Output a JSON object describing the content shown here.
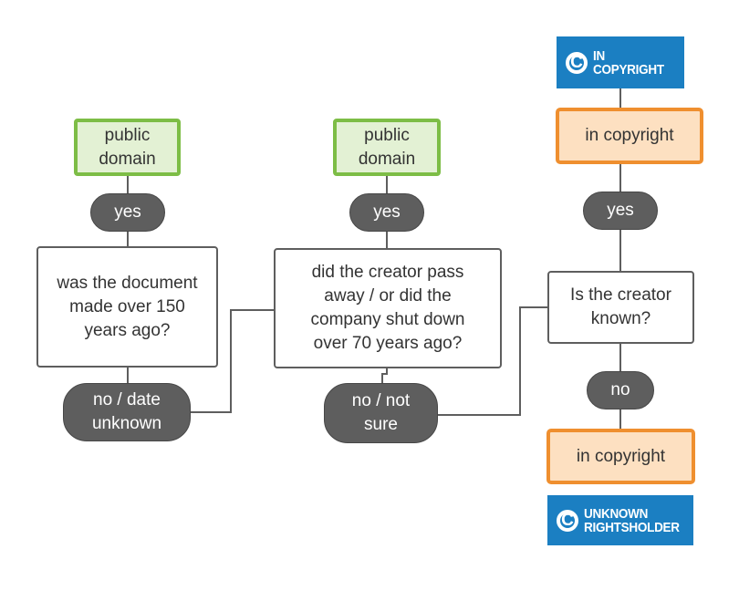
{
  "questions": {
    "age": "was the document made over 150 years ago?",
    "death": "did the creator pass away / or did the company shut down over 70 years ago?",
    "known": "Is the creator known?"
  },
  "outcomes": {
    "public_domain_1": "public domain",
    "public_domain_2": "public domain",
    "in_copyright_1": "in copyright",
    "in_copyright_2": "in copyright"
  },
  "answers": {
    "yes_1": "yes",
    "yes_2": "yes",
    "yes_3": "yes",
    "no_date": "no / date unknown",
    "no_not_sure": "no / not sure",
    "no": "no"
  },
  "badges": {
    "in_copyright": {
      "symbol": "C",
      "line1": "IN",
      "line2": "COPYRIGHT"
    },
    "unknown_rightsholder": {
      "symbol": "C",
      "line1": "UNKNOWN",
      "line2": "RIGHTSHOLDER"
    }
  },
  "colors": {
    "public_domain_border": "#7dbd46",
    "public_domain_fill": "#e3f1d4",
    "in_copyright_border": "#ef8f2f",
    "in_copyright_fill": "#fde0c1",
    "answer_pill": "#5e5e5e",
    "badge_blue": "#1b7fc2"
  }
}
